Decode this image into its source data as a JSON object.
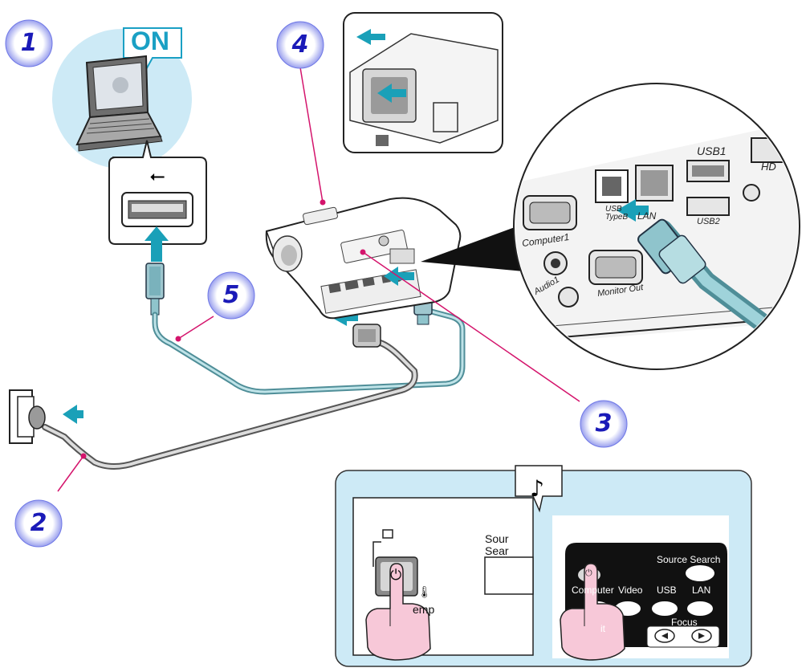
{
  "step_labels": {
    "s1": "1",
    "s2": "2",
    "s3": "3",
    "s4": "4",
    "s5": "5"
  },
  "on_label": "ON",
  "port_labels": {
    "hdmi": "HD",
    "usb1": "USB1",
    "usb2": "USB2",
    "usb_typeb": "USB\nTypeB",
    "lan": "LAN",
    "computer1": "Computer1",
    "audio1": "Audio1",
    "monitor_out": "Monitor Out"
  },
  "panel_labels": {
    "source_search": "Sour\nSear",
    "temp": "emp"
  },
  "remote_labels": {
    "source_search": "Source Search",
    "computer": "Computer",
    "video": "Video",
    "usb": "USB",
    "lan": "LAN",
    "focus": "Focus",
    "edit": "it"
  },
  "icons": {
    "usb": "usb-symbol-icon",
    "note": "music-note-icon",
    "power": "power-icon",
    "temp": "thermometer-icon"
  },
  "colors": {
    "step_badge": "#1a1ab8",
    "callout_line": "#d4146c",
    "panel_bg": "#cdeaf6",
    "arrow": "#1aa0b8",
    "cable": "#8fc4cc"
  }
}
